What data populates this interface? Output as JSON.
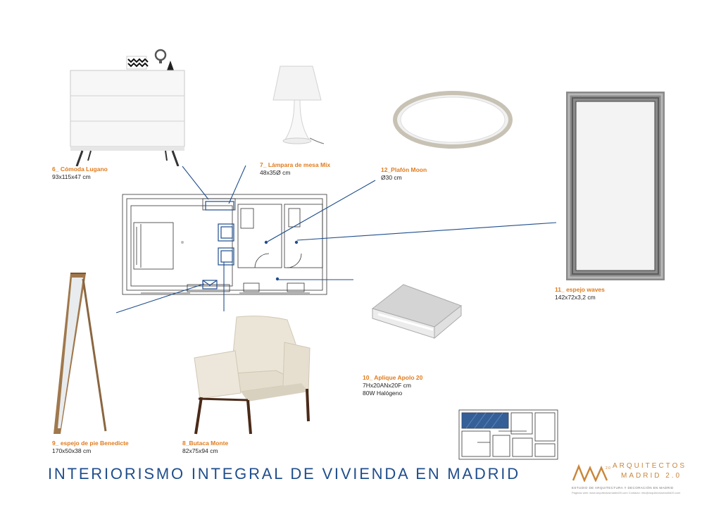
{
  "title": "INTERIORISMO INTEGRAL DE VIVIENDA EN MADRID",
  "items": [
    {
      "title": "6_ Cómoda Lugano",
      "dims": "93x115x47 cm"
    },
    {
      "title": "7_ Lámpara de mesa Mix",
      "dims": "48x35Ø cm"
    },
    {
      "title": "12_Plafón Moon",
      "dims": "Ø30 cm"
    },
    {
      "title": "11_ espejo waves",
      "dims": "142x72x3,2 cm"
    },
    {
      "title": "10_ Aplique Apolo 20",
      "dims": "7Hx20ANx20F cm",
      "extra": "80W Halógeno"
    },
    {
      "title": "9_ espejo de pie Benedicte",
      "dims": "170x50x38 cm"
    },
    {
      "title": "8_Butaca Monte",
      "dims": "82x75x94 cm"
    }
  ],
  "logo": {
    "line1": "ARQUITECTOS",
    "line2": "MADRID 2.0",
    "sub": "ESTUDIO DE ARQUITECTURA Y DECORACIÓN EN MADRID",
    "sub2": "Páginas web: www.arquitectosmadrid20.com   Contacto: info@arquitectosmadrid20.com"
  },
  "colors": {
    "accent": "#e07b1d",
    "title": "#1f4e8c",
    "leader": "#1f4e8c",
    "logo": "#c9863a"
  }
}
